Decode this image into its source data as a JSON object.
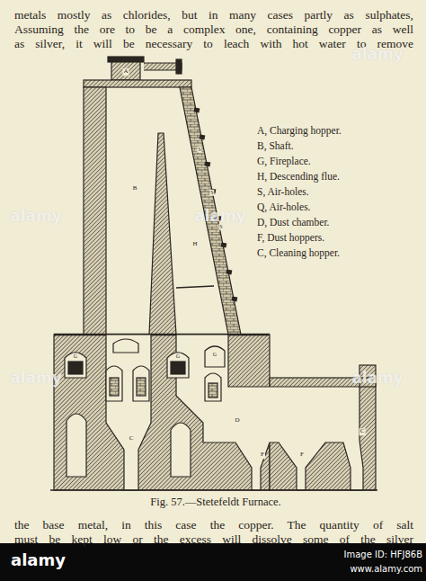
{
  "diagram": {
    "caption": "Fig. 57.—Stetefeldt Furnace.",
    "labels": [
      "metals mostly as chlorides, but in many cases partly as sulphates,",
      "Assuming the ore to be a complex one, containing copper as well",
      "as silver, it will be necessary to leach with hot water to remove",
      "alamy",
      "alamy",
      "alamy",
      "alamy",
      "alamy",
      "A",
      "B",
      "S",
      "S",
      "S",
      "H",
      "G",
      "G",
      "G",
      "C",
      "D",
      "F",
      "F",
      "C",
      "A, Charging hopper.",
      "B, Shaft.",
      "G, Fireplace.",
      "H, Descending flue.",
      "S, Air-holes.",
      "Q, Air-holes.",
      "D, Dust chamber.",
      "F, Dust hoppers.",
      "C, Cleaning hopper.",
      "the base metal, in this case the copper.  The quantity of salt",
      "must be kept low or the excess will dissolve some of the silver",
      "alamy",
      "Image ID: HFJ86B",
      "www.alamy.com"
    ]
  }
}
